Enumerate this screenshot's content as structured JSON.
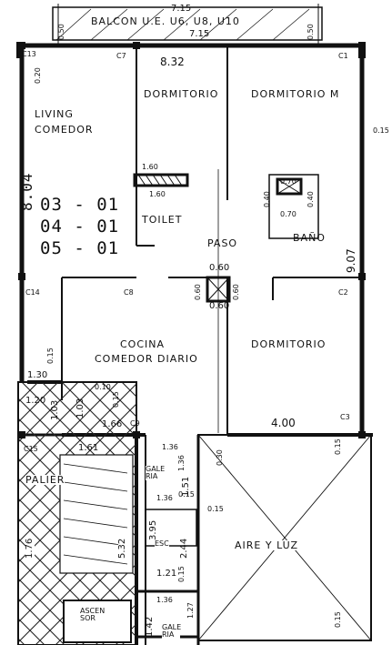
{
  "balcony": {
    "label": "BALCON U.E. U6, U8, U10",
    "dim_top": "7.15",
    "dim_bottom": "7.15",
    "dim_left": "0.50",
    "dim_right": "0.50"
  },
  "dimensions": {
    "top_width": "8.32",
    "left_height": "8.04",
    "right_height": "9.07",
    "right_015": "0.15",
    "left_020": "0.20",
    "left_015": "0.15",
    "toilet_w1": "1.60",
    "toilet_w2": "1.60",
    "bano_070a": "0.70",
    "bano_070b": "0.70",
    "bano_040a": "0.40",
    "bano_040b": "0.40",
    "duct_060a": "0.60",
    "duct_060b": "0.60",
    "duct_060c": "0.60",
    "duct_060d": "0.60",
    "d130": "1.30",
    "d120": "1.20",
    "d103a": "1.03",
    "d103b": "1.03",
    "d010": "0.10",
    "d015a": "0.15",
    "d166": "1.66",
    "d400": "4.00",
    "d161": "1.61",
    "d136a": "1.36",
    "d136b": "1.36",
    "d136c": "1.36",
    "d136d": "1.36",
    "d151": "1.51",
    "d030": "0.30",
    "d015b": "0.15",
    "d015c": "0.15",
    "d015d": "0.15",
    "d015e": "0.15",
    "d015f": "0.15",
    "d395": "3.95",
    "d244": "2.44",
    "d532": "5.32",
    "d121": "1.21",
    "d176": "1.76",
    "d142": "1.42",
    "d127": "1.27"
  },
  "columns": {
    "c13": "C13",
    "c7": "C7",
    "c1": "C1",
    "c14": "C14",
    "c8": "C8",
    "c2": "C2",
    "c9": "C9",
    "c3": "C3",
    "c15": "C15"
  },
  "unit_numbers": [
    "03 - 01",
    "04 - 01",
    "05 - 01"
  ],
  "rooms": {
    "living": "LIVING",
    "comedor": "COMEDOR",
    "dormitorio1": "DORMITORIO",
    "dormitorio2": "DORMITORIO M",
    "toilet": "TOILET",
    "paso": "PASO",
    "bano": "BAÑO",
    "cocina": "COCINA",
    "comedor_diario": "COMEDOR DIARIO",
    "dormitorio3": "DORMITORIO",
    "palier": "PALIER",
    "galeria1": "GALE RIA",
    "galeria2": "GALE RIA",
    "patio": "AIRE Y LUZ",
    "ascensor": "ASCEN SOR",
    "esc": "ESC"
  }
}
